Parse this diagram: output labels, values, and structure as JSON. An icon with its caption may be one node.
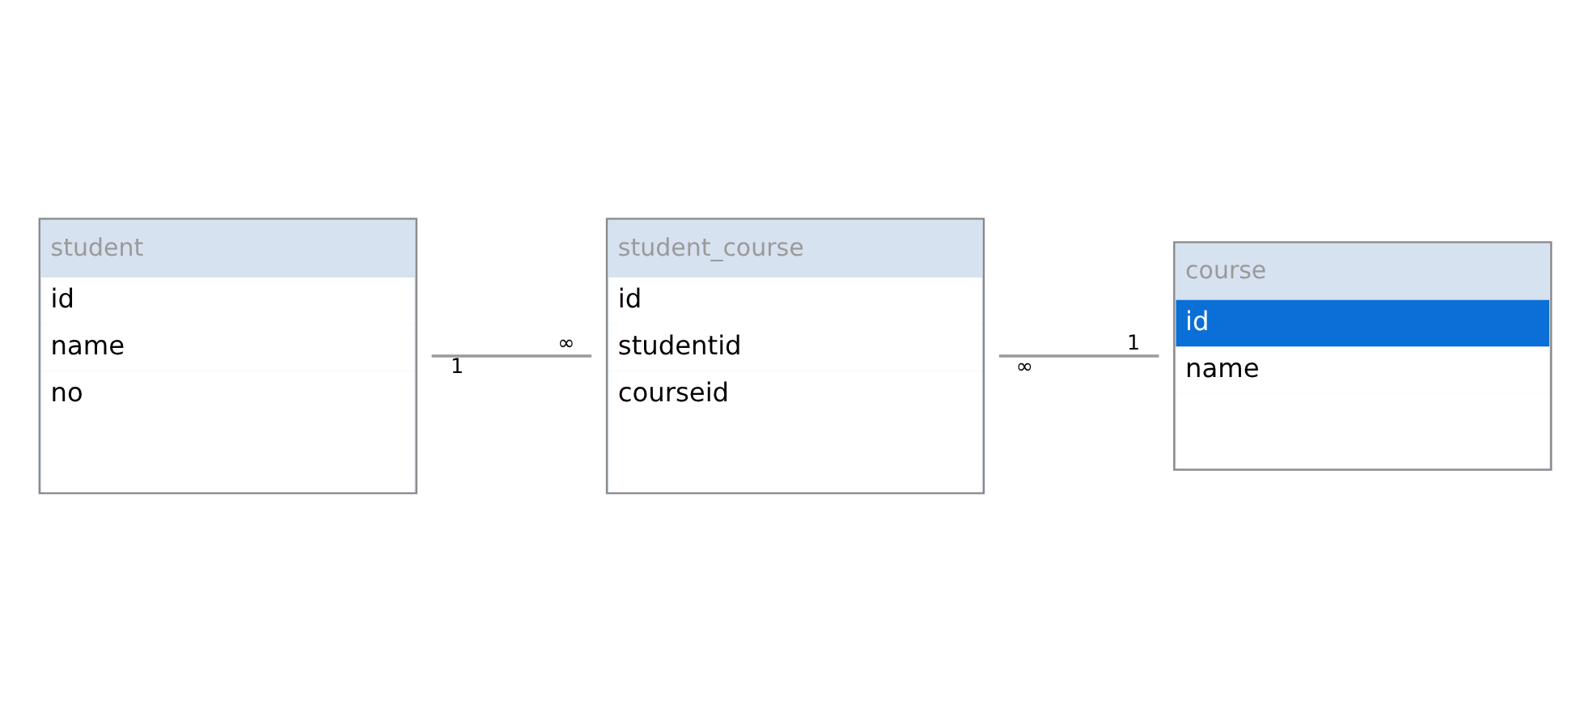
{
  "diagram": {
    "nodes": [
      {
        "text": [
          "student",
          "id",
          "name",
          "no"
        ]
      },
      {
        "text": [
          "student_course",
          "id",
          "studentid",
          "courseid"
        ]
      },
      {
        "text": [
          "course",
          "id",
          "name"
        ]
      }
    ],
    "edges": [
      {
        "from": 0,
        "to": 1,
        "arrow": "none"
      },
      {
        "from": 1,
        "to": 2,
        "arrow": "none"
      }
    ],
    "labels": [
      "1",
      "∞",
      "∞",
      "1"
    ]
  }
}
